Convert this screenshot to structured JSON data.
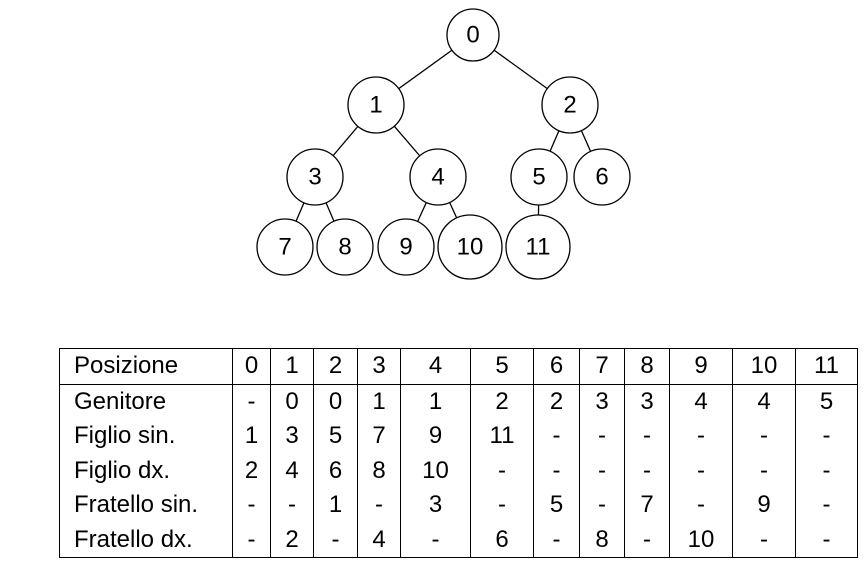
{
  "tree": {
    "nodes": [
      "0",
      "1",
      "2",
      "3",
      "4",
      "5",
      "6",
      "7",
      "8",
      "9",
      "10",
      "11"
    ],
    "edges": [
      [
        0,
        1
      ],
      [
        0,
        2
      ],
      [
        1,
        3
      ],
      [
        1,
        4
      ],
      [
        2,
        5
      ],
      [
        2,
        6
      ],
      [
        3,
        7
      ],
      [
        3,
        8
      ],
      [
        4,
        9
      ],
      [
        4,
        10
      ],
      [
        5,
        11
      ]
    ]
  },
  "table": {
    "rows": [
      {
        "label": "Posizione",
        "cells": [
          "0",
          "1",
          "2",
          "3",
          "4",
          "5",
          "6",
          "7",
          "8",
          "9",
          "10",
          "11"
        ]
      },
      {
        "label": "Genitore",
        "cells": [
          "-",
          "0",
          "0",
          "1",
          "1",
          "2",
          "2",
          "3",
          "3",
          "4",
          "4",
          "5"
        ]
      },
      {
        "label": "Figlio sin.",
        "cells": [
          "1",
          "3",
          "5",
          "7",
          "9",
          "11",
          "-",
          "-",
          "-",
          "-",
          "-",
          "-"
        ]
      },
      {
        "label": "Figlio dx.",
        "cells": [
          "2",
          "4",
          "6",
          "8",
          "10",
          "-",
          "-",
          "-",
          "-",
          "-",
          "-",
          "-"
        ]
      },
      {
        "label": "Fratello sin.",
        "cells": [
          "-",
          "-",
          "1",
          "-",
          "3",
          "-",
          "5",
          "-",
          "7",
          "-",
          "9",
          "-"
        ]
      },
      {
        "label": "Fratello dx.",
        "cells": [
          "-",
          "2",
          "-",
          "4",
          "-",
          "6",
          "-",
          "8",
          "-",
          "10",
          "-",
          "-"
        ]
      }
    ]
  }
}
